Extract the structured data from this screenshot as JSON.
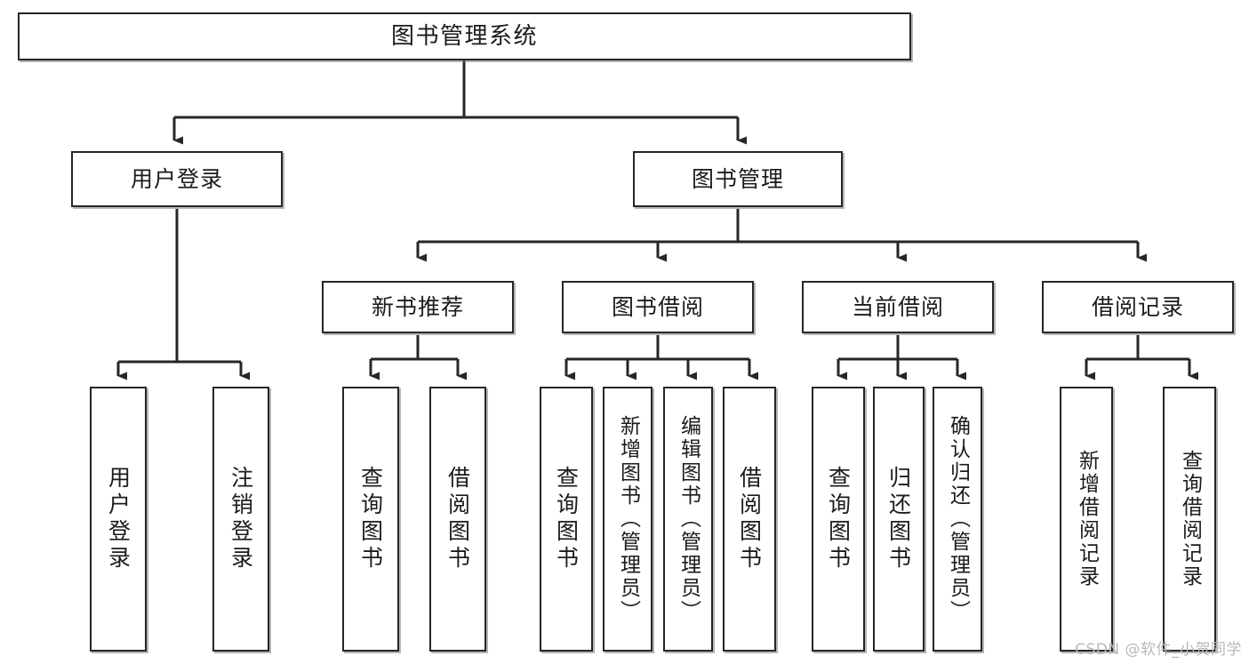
{
  "diagram": {
    "title": "图书管理系统",
    "type": "tree",
    "watermark": "CSDN @软件_小贺同学",
    "colors": {
      "box_border": "#262626",
      "box_fill": "#ffffff",
      "edge": "#262626",
      "text": "#1b1b1b",
      "watermark": "#b9b9b9",
      "background": "#ffffff"
    },
    "nodes": {
      "root": {
        "label": "图书管理系统"
      },
      "level2": [
        {
          "id": "user-login",
          "label": "用户登录"
        },
        {
          "id": "book-manage",
          "label": "图书管理"
        }
      ],
      "level3": [
        {
          "id": "new-book-recommend",
          "label": "新书推荐"
        },
        {
          "id": "book-borrow",
          "label": "图书借阅"
        },
        {
          "id": "current-borrow",
          "label": "当前借阅"
        },
        {
          "id": "borrow-record",
          "label": "借阅记录"
        }
      ],
      "leaves": {
        "user-login": [
          {
            "id": "leaf-user-login",
            "label": "用户登录"
          },
          {
            "id": "leaf-user-logout",
            "label": "注销登录"
          }
        ],
        "new-book-recommend": [
          {
            "id": "leaf-query-book-1",
            "label": "查询图书"
          },
          {
            "id": "leaf-borrow-book-1",
            "label": "借阅图书"
          }
        ],
        "book-borrow": [
          {
            "id": "leaf-query-book-2",
            "label": "查询图书"
          },
          {
            "id": "leaf-add-book",
            "label": "新增图书（管理员）"
          },
          {
            "id": "leaf-edit-book",
            "label": "编辑图书（管理员）"
          },
          {
            "id": "leaf-borrow-book-2",
            "label": "借阅图书"
          }
        ],
        "current-borrow": [
          {
            "id": "leaf-query-book-3",
            "label": "查询图书"
          },
          {
            "id": "leaf-return-book",
            "label": "归还图书"
          },
          {
            "id": "leaf-confirm-return",
            "label": "确认归还（管理员）"
          }
        ],
        "borrow-record": [
          {
            "id": "leaf-add-record",
            "label": "新增借阅记录"
          },
          {
            "id": "leaf-query-record",
            "label": "查询借阅记录"
          }
        ]
      }
    }
  }
}
